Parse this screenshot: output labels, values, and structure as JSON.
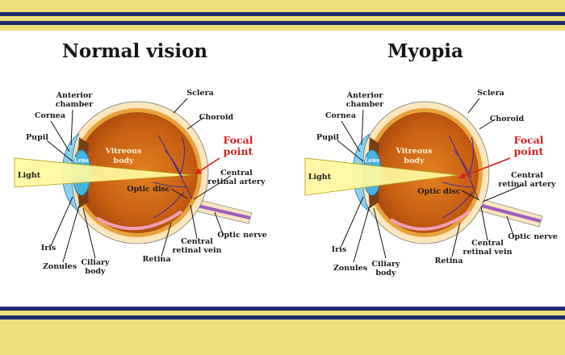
{
  "colors": {
    "frame_yellow": "#ede07a",
    "band_navy": "#1f2c6e",
    "focal_red": "#d42020",
    "sclera": "#fbe7be",
    "choroid": "#e8a23a",
    "vitreous": "#c45a10",
    "light_beam": "#fff9a0",
    "cornea": "#8fd0ee",
    "vessels": "#4b2a8a"
  },
  "panels": [
    {
      "title": "Normal vision",
      "labels": {
        "anterior_chamber": [
          "Anterior",
          "chamber"
        ],
        "cornea": "Cornea",
        "pupil": "Pupil",
        "light": "Light",
        "lens": "Lens",
        "vitreous": [
          "Vitreous",
          "body"
        ],
        "sclera": "Sclera",
        "choroid": "Choroid",
        "focal_point": [
          "Focal",
          "point"
        ],
        "central_retinal_artery": [
          "Central",
          "retinal artery"
        ],
        "optic_disc": "Optic disc",
        "optic_nerve": "Optic nerve",
        "central_retinal_vein": [
          "Central",
          "retinal vein"
        ],
        "retina": "Retina",
        "iris": "Iris",
        "zonules": "Zonules",
        "ciliary_body": [
          "Ciliary",
          "body"
        ]
      }
    },
    {
      "title": "Myopia",
      "labels": {
        "anterior_chamber": [
          "Anterior",
          "chamber"
        ],
        "cornea": "Cornea",
        "pupil": "Pupil",
        "light": "Light",
        "lens": "Lens",
        "vitreous": [
          "Vitreous",
          "body"
        ],
        "sclera": "Sclera",
        "choroid": "Choroid",
        "focal_point": [
          "Focal",
          "point"
        ],
        "central_retinal_artery": [
          "Central",
          "retinal artery"
        ],
        "optic_disc": "Optic disc",
        "optic_nerve": "Optic nerve",
        "central_retinal_vein": [
          "Central",
          "retinal vein"
        ],
        "retina": "Retina",
        "iris": "Iris",
        "zonules": "Zonules",
        "ciliary_body": [
          "Ciliary",
          "body"
        ]
      }
    }
  ]
}
